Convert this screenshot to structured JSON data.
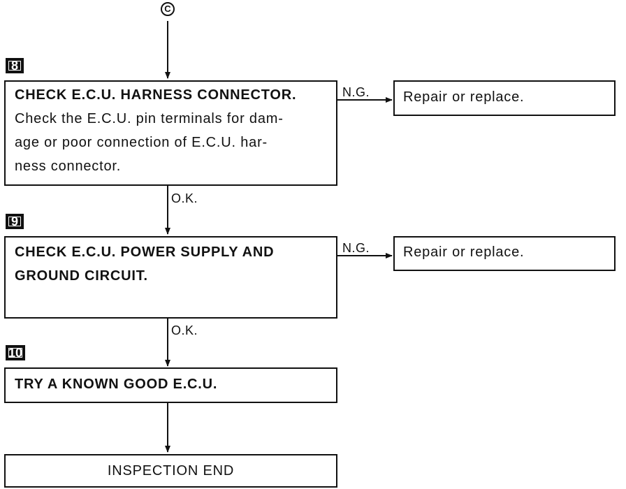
{
  "connector": "C",
  "steps": [
    {
      "number": "8",
      "title": "CHECK E.C.U. HARNESS CONNECTOR.",
      "lines": [
        "Check the E.C.U. pin terminals for dam-",
        "age or poor connection of E.C.U. har-",
        "ness connector."
      ],
      "ng_label": "N.G.",
      "ng_action": "Repair or replace.",
      "ok_label": "O.K."
    },
    {
      "number": "9",
      "title_lines": [
        "CHECK E.C.U. POWER SUPPLY AND",
        "GROUND CIRCUIT."
      ],
      "ng_label": "N.G.",
      "ng_action": "Repair or replace.",
      "ok_label": "O.K."
    },
    {
      "number": "10",
      "title": "TRY A KNOWN GOOD E.C.U."
    }
  ],
  "end": "INSPECTION END"
}
